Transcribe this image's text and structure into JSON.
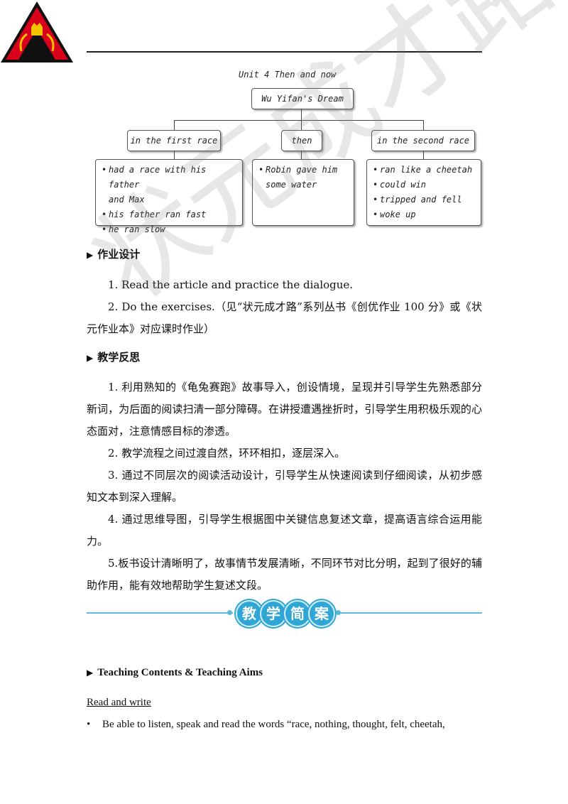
{
  "mindmap": {
    "caption": "Unit 4    Then and now",
    "center": "Wu Yifan's Dream",
    "branches": [
      {
        "label": "in the first race",
        "items": [
          "had a race with his father",
          "and Max",
          "his father ran fast",
          "he ran slow"
        ]
      },
      {
        "label": "then",
        "items": [
          "Robin gave him",
          "some water"
        ]
      },
      {
        "label": "in the second race",
        "items": [
          "ran like a cheetah",
          "could win",
          "tripped and fell",
          "woke up"
        ]
      }
    ]
  },
  "homework": {
    "heading": "作业设计",
    "items": [
      "1. Read the article and practice the dialogue.",
      "2. Do the exercises.（见“状元成才路”系列丛书《创优作业 100 分》或《状元作业本》对应课时作业）"
    ]
  },
  "reflection": {
    "heading": "教学反思",
    "items": [
      "1. 利用熟知的《龟兔赛跑》故事导入，创设情境，呈现并引导学生先熟悉部分新词，为后面的阅读扫清一部分障碍。在讲授遭遇挫折时，引导学生用积极乐观的心态面对，注意情感目标的渗透。",
      "2. 教学流程之间过渡自然，环环相扣，逐层深入。",
      "3. 通过不同层次的阅读活动设计，引导学生从快速阅读到仔细阅读，从初步感知文本到深入理解。",
      "4. 通过思维导图，引导学生根据图中关键信息复述文章，提高语言综合运用能力。",
      "5.板书设计清晰明了，故事情节发展清晰，不同环节对比分明，起到了很好的辅助作用，能有效地帮助学生复述文段。"
    ]
  },
  "banner": {
    "chars": [
      "教",
      "学",
      "简",
      "案"
    ]
  },
  "teaching": {
    "heading": "Teaching Contents & Teaching Aims",
    "subheading": "Read and write",
    "bullet": "Be able to listen, speak and read the words “race, nothing, thought, felt, cheetah,"
  },
  "watermark": "状元成才路",
  "icons": {
    "section_marker": "triangle-right-icon",
    "logo": "crest-logo-icon"
  },
  "colors": {
    "banner": "#2fa6d6",
    "logo_red": "#d9001b"
  }
}
